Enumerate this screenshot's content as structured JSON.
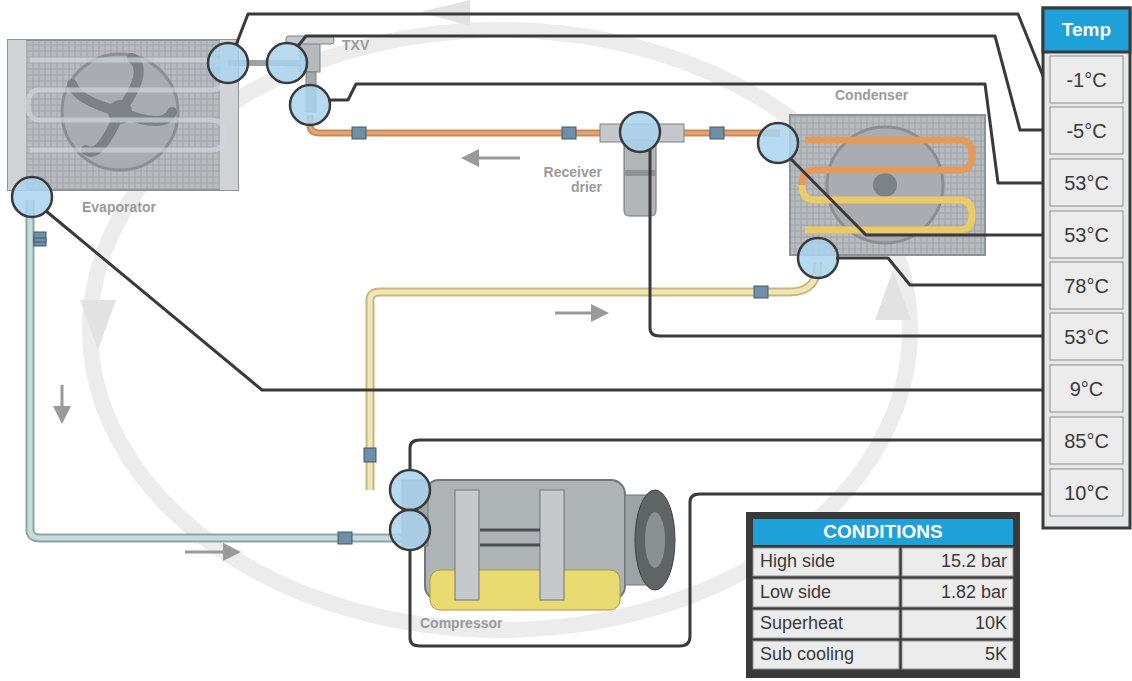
{
  "diagram": {
    "labels": [
      "TXV",
      "Evaporator",
      "Condenser",
      "Receiver drier",
      "Compressor",
      "Temp",
      "-1°C",
      "-5°C",
      "53°C",
      "53°C",
      "78°C",
      "53°C",
      "9°C",
      "85°C",
      "10°C",
      "CONDITIONS",
      "High side",
      "15.2 bar",
      "Low side",
      "1.82 bar",
      "Superheat",
      "10K",
      "Sub cooling",
      "5K"
    ]
  }
}
